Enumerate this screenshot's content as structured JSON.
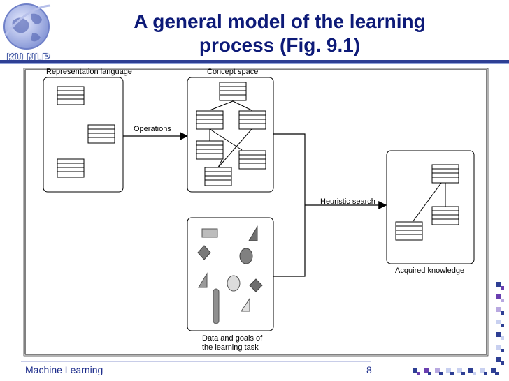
{
  "slide": {
    "title_line1": "A general model of the learning",
    "title_line2": "process (Fig. 9.1)",
    "logo_text": "KU NLP",
    "footer_left": "Machine Learning",
    "page_number": "8"
  },
  "diagram": {
    "representation_label": "Representation language",
    "concept_label": "Concept space",
    "operations_label": "Operations",
    "heuristic_label": "Heuristic search",
    "acquired_label": "Acquired knowledge",
    "data_label_line1": "Data and goals of",
    "data_label_line2": "the learning task"
  },
  "colors": {
    "title": "#0d1a78",
    "accent_blue": "#2e3f94",
    "accent_purple": "#6a3fb0",
    "shape_fill": "#8a8a8a"
  }
}
